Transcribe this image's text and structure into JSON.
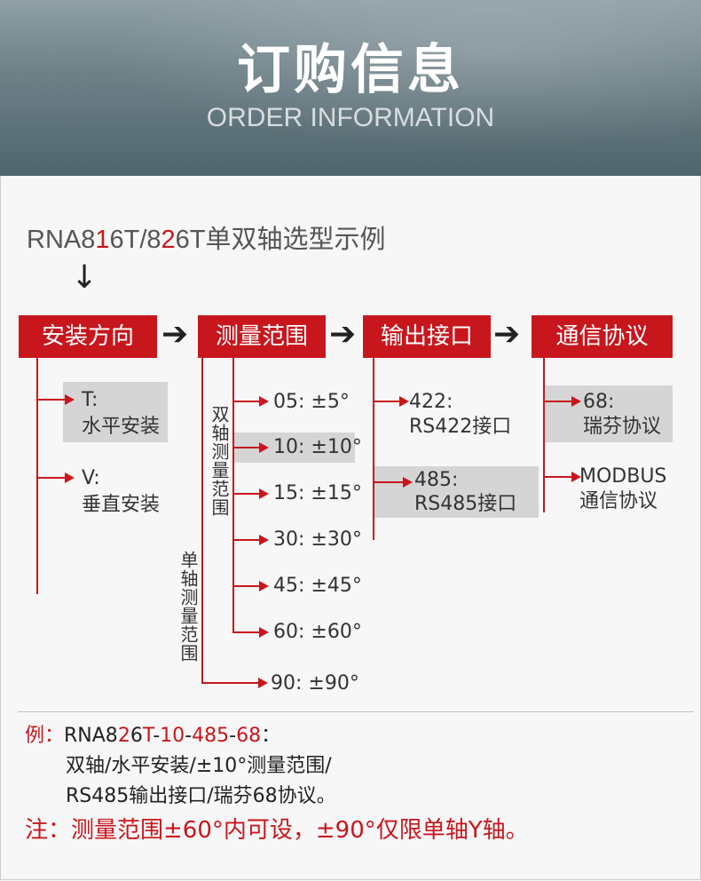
{
  "header": {
    "title_cn": "订购信息",
    "title_en": "ORDER INFORMATION"
  },
  "model": {
    "p1": "RNA8",
    "r1": "1",
    "p2": "6T/8",
    "r2": "2",
    "p3": "6T单双轴选型示例"
  },
  "boxes": {
    "mount": "安装方向",
    "range": "测量范围",
    "output": "输出接口",
    "protocol": "通信协议"
  },
  "mount_options": [
    {
      "code": "T:",
      "label": "水平安装"
    },
    {
      "code": "V:",
      "label": "垂直安装"
    }
  ],
  "range_side": {
    "dual": "双轴测量范围",
    "single": "单轴测量范围"
  },
  "range_options": [
    "05: ±5°",
    "10: ±10°",
    "15: ±15°",
    "30: ±30°",
    "45: ±45°",
    "60: ±60°",
    "90: ±90°"
  ],
  "output_options": [
    {
      "code": "422:",
      "label": "RS422接口"
    },
    {
      "code": "485:",
      "label": "RS485接口"
    }
  ],
  "protocol_options": [
    {
      "code": "68:",
      "label": "瑞芬协议"
    },
    {
      "code": "MODBUS",
      "label": "通信协议"
    }
  ],
  "example": {
    "prefix": "例：",
    "m1": "RNA8",
    "m2": "2",
    "m3": "6",
    "m4": "T",
    "m5": "-",
    "m6": "10",
    "m7": "-",
    "m8": "485",
    "m9": "-",
    "m10": "68",
    "m11": "：",
    "line2": "双轴/水平安装/±10°测量范围/",
    "line3": "RS485输出接口/瑞芬68协议。"
  },
  "note": "注：测量范围±60°内可设，±90°仅限单轴Y轴。",
  "colors": {
    "accent": "#c8161d",
    "highlight": "#d5d5d5"
  }
}
